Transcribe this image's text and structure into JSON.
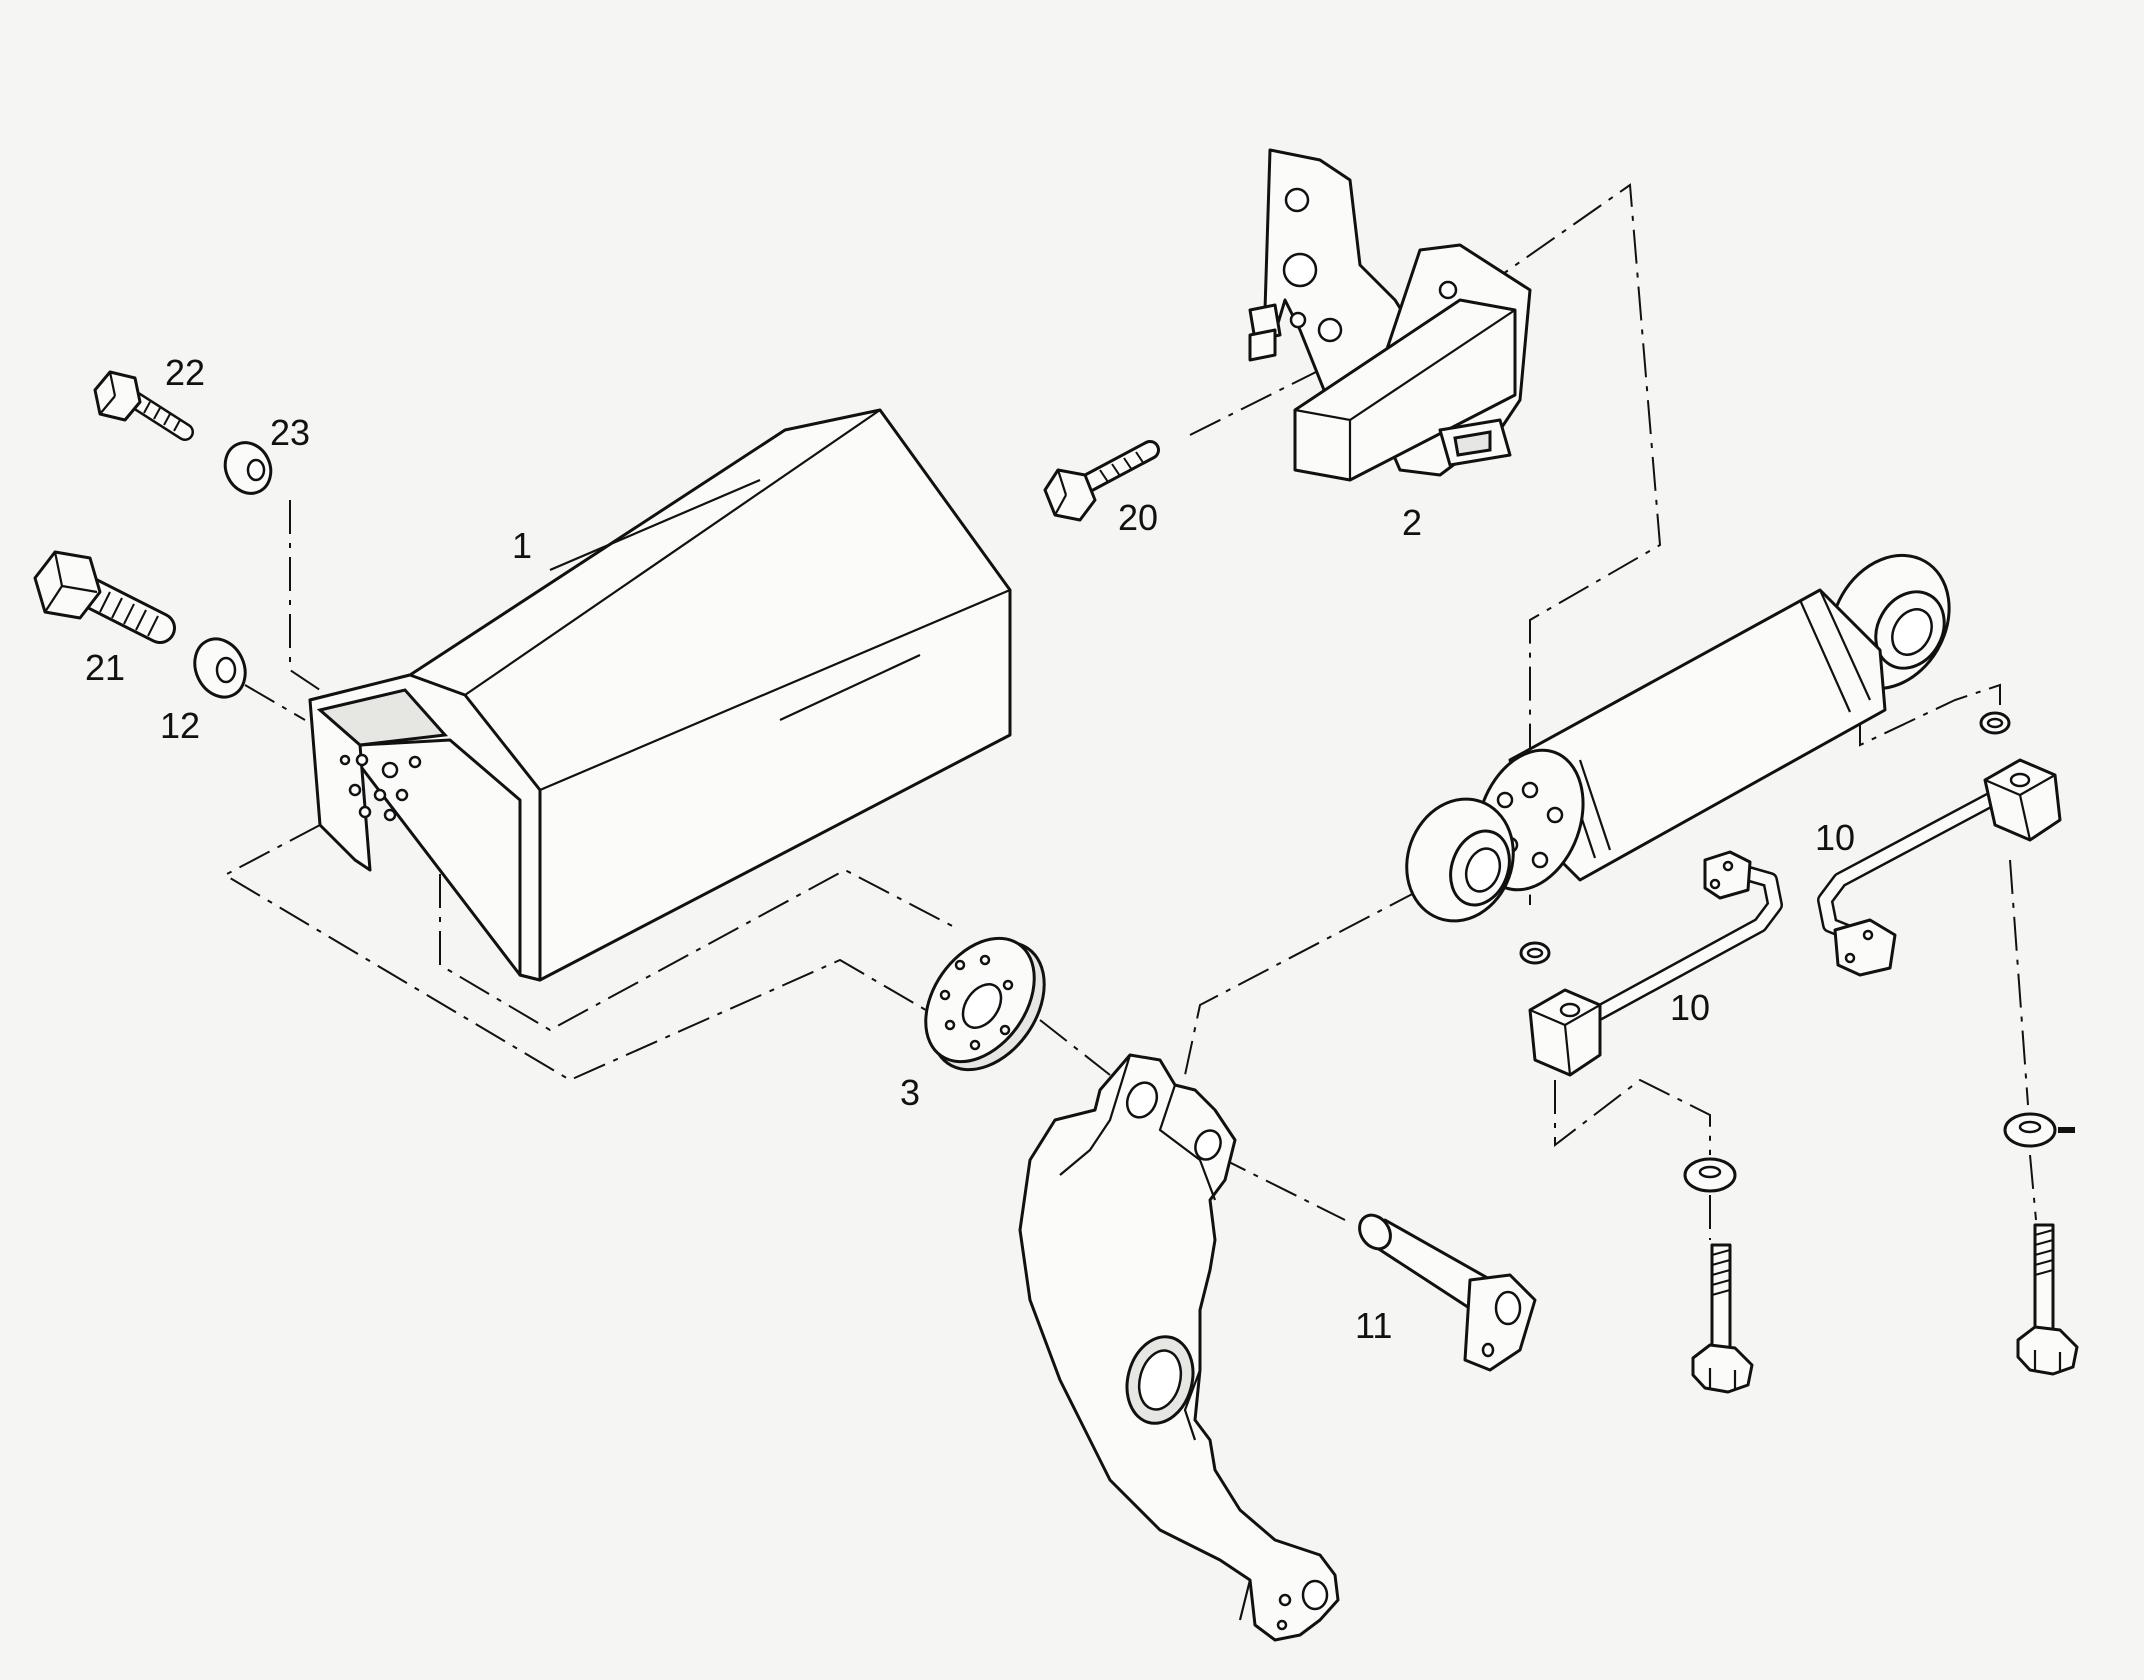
{
  "diagram": {
    "callouts": {
      "c1": "1",
      "c2": "2",
      "c3": "3",
      "c10a": "10",
      "c10b": "10",
      "c11": "11",
      "c12": "12",
      "c20": "20",
      "c21": "21",
      "c22": "22",
      "c23": "23"
    }
  }
}
